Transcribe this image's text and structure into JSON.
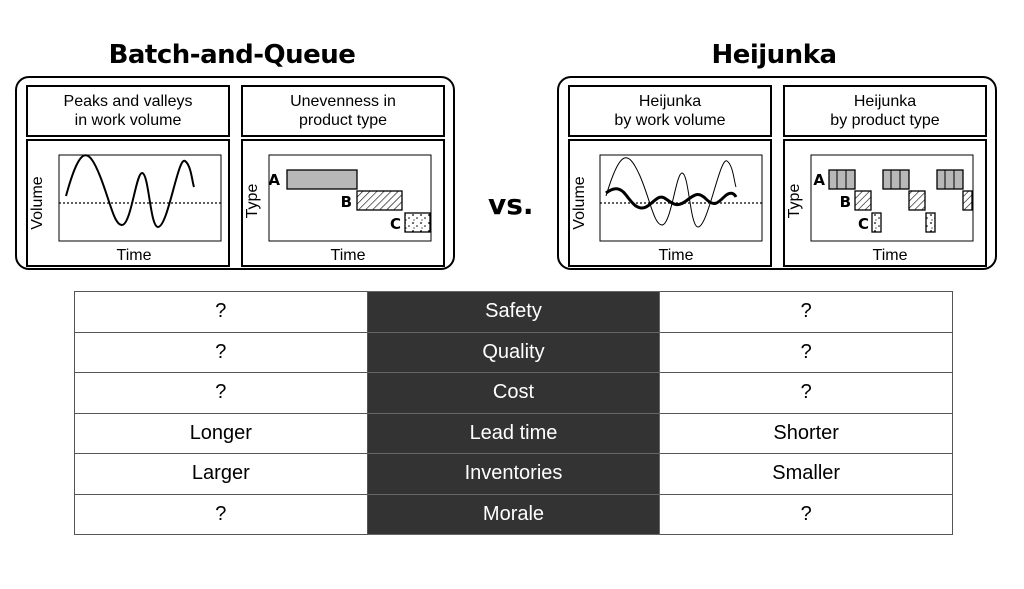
{
  "left": {
    "title": "Batch-and-Queue",
    "panel1": {
      "header": "Peaks and valleys\nin work volume",
      "xlabel": "Time",
      "ylabel": "Volume"
    },
    "panel2": {
      "header": "Unevenness in\nproduct type",
      "xlabel": "Time",
      "ylabel": "Type",
      "labels": [
        "A",
        "B",
        "C"
      ]
    }
  },
  "vs_label": "vs.",
  "right": {
    "title": "Heijunka",
    "panel1": {
      "header": "Heijunka\nby work volume",
      "xlabel": "Time",
      "ylabel": "Volume"
    },
    "panel2": {
      "header": "Heijunka\nby product type",
      "xlabel": "Time",
      "ylabel": "Type",
      "labels": [
        "A",
        "B",
        "C"
      ]
    }
  },
  "comparison": {
    "rows": [
      {
        "left": "?",
        "metric": "Safety",
        "right": "?"
      },
      {
        "left": "?",
        "metric": "Quality",
        "right": "?"
      },
      {
        "left": "?",
        "metric": "Cost",
        "right": "?"
      },
      {
        "left": "Longer",
        "metric": "Lead time",
        "right": "Shorter"
      },
      {
        "left": "Larger",
        "metric": "Inventories",
        "right": "Smaller"
      },
      {
        "left": "?",
        "metric": "Morale",
        "right": "?"
      }
    ]
  },
  "colors": {
    "bar_fill": "#b8b8b8",
    "metric_bg": "#333333",
    "metric_text": "#ffffff"
  }
}
